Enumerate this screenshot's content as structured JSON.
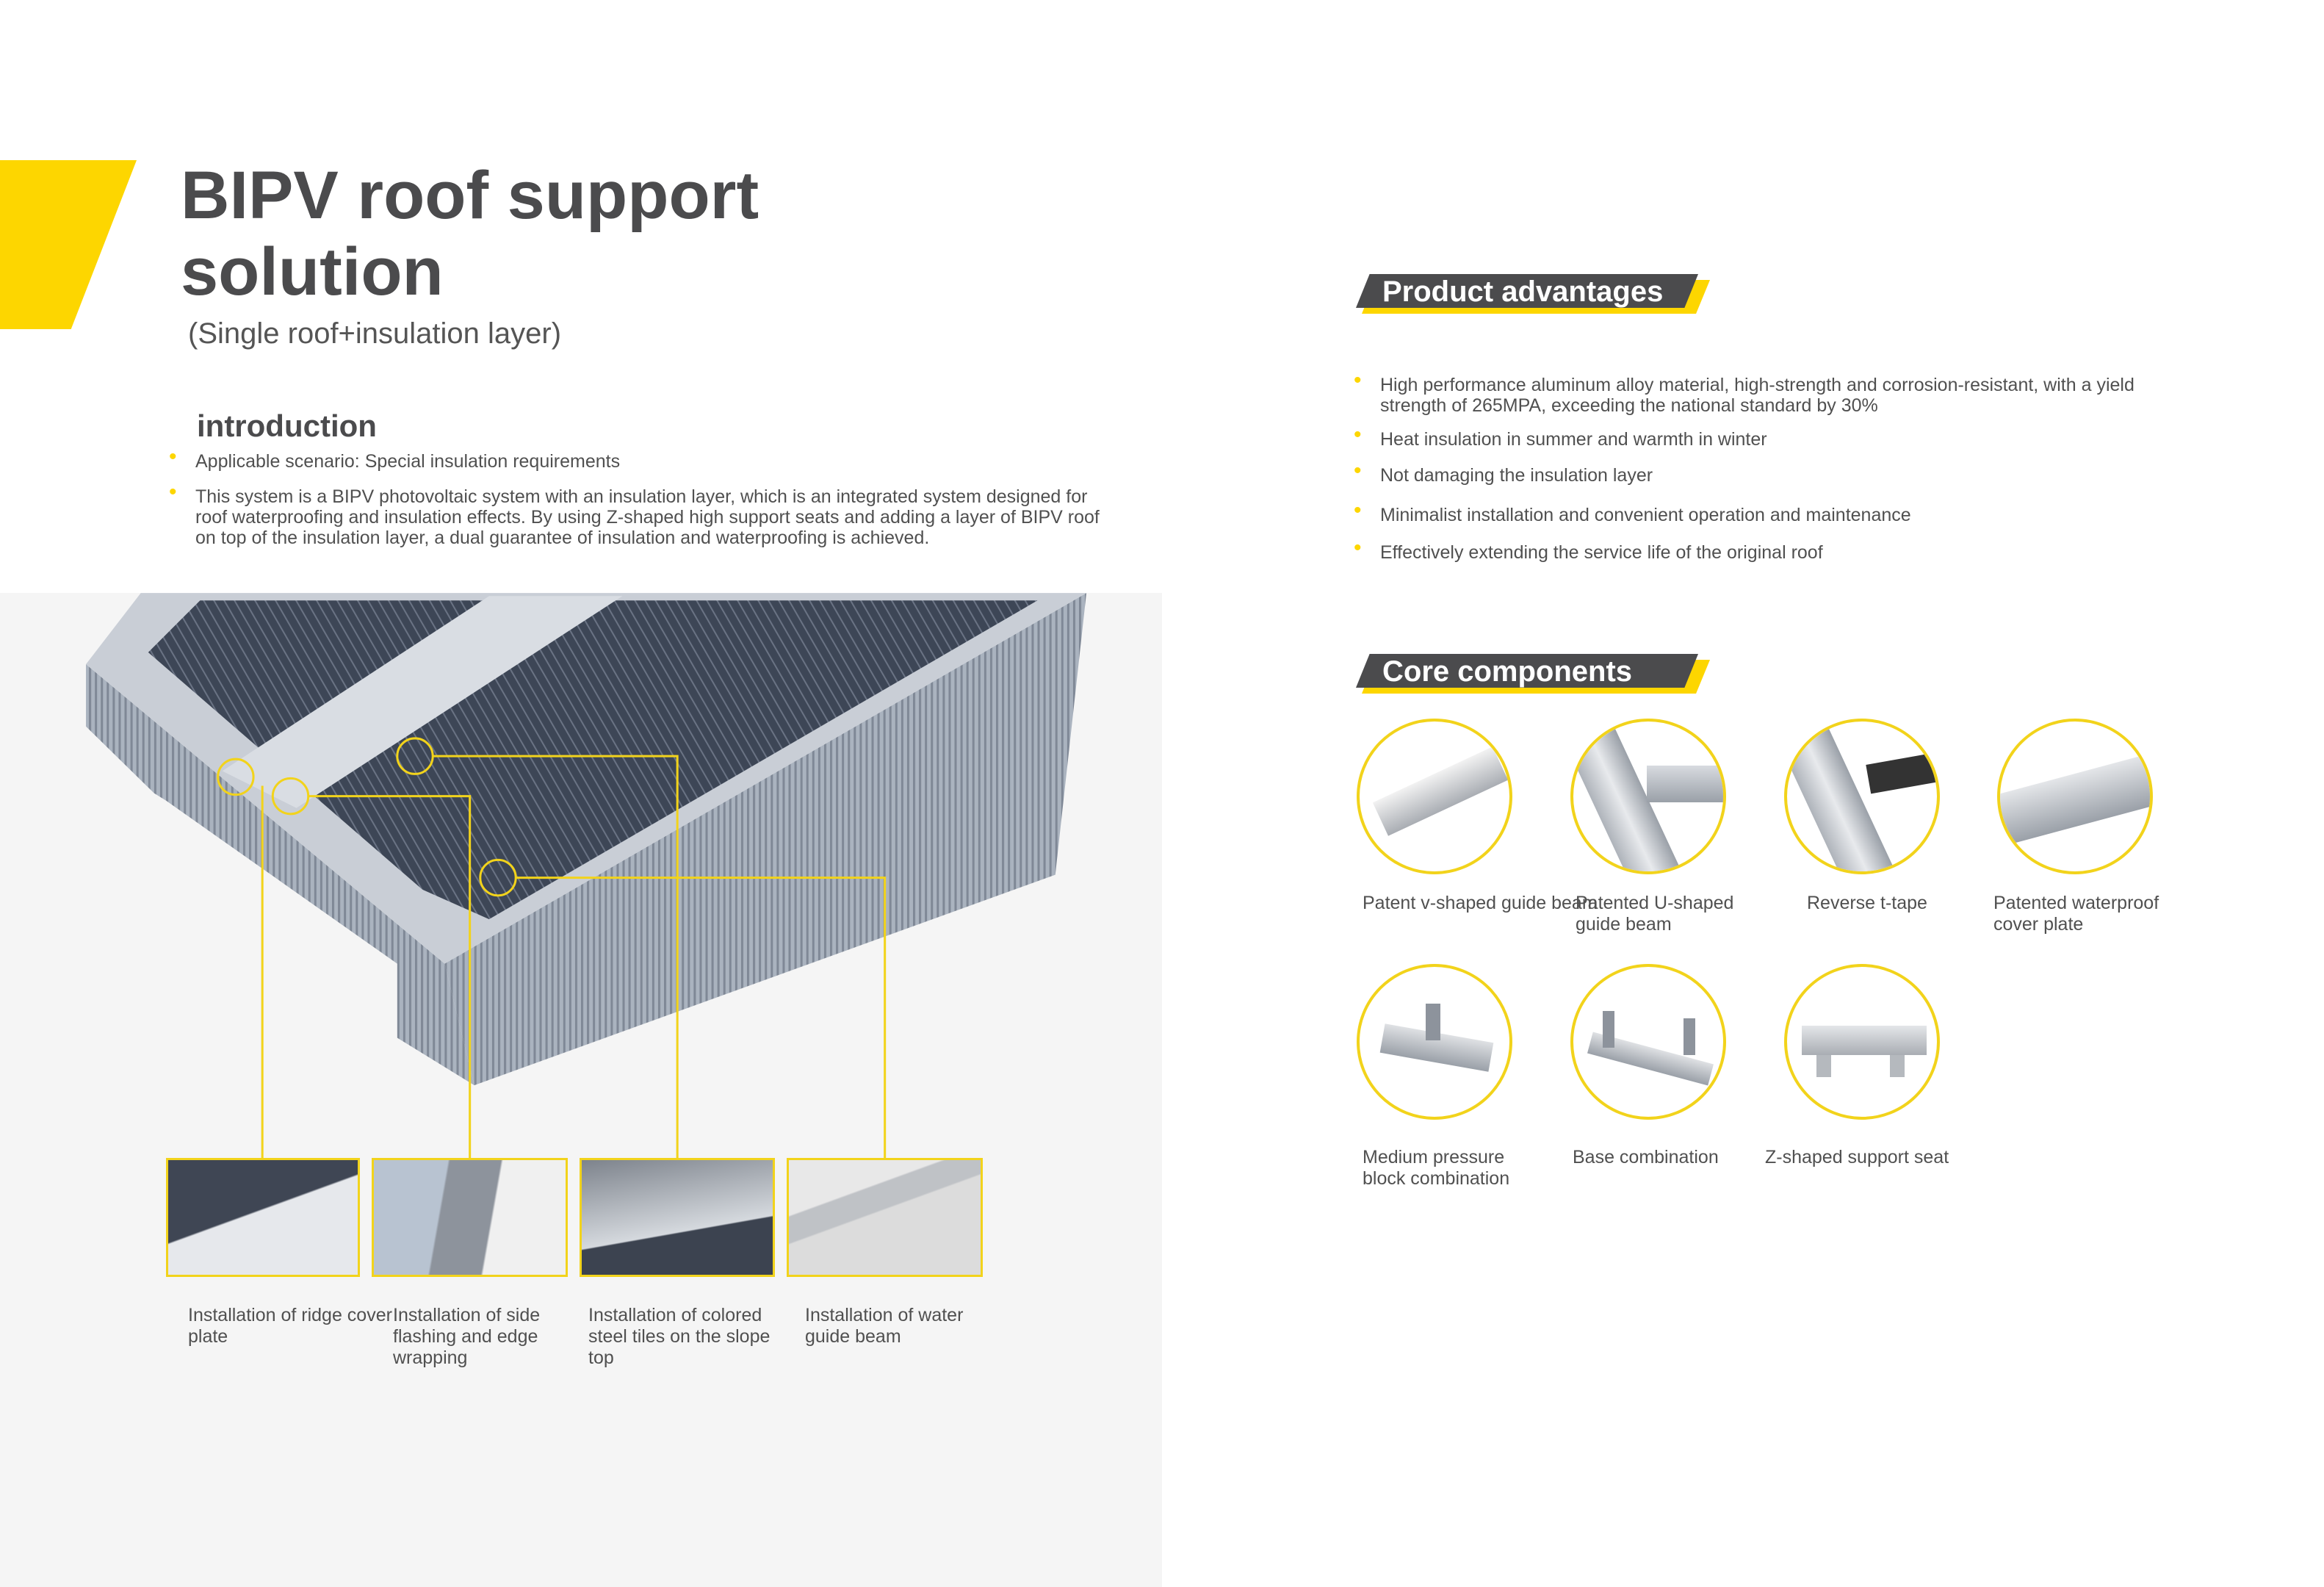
{
  "title_line1": "BIPV roof support",
  "title_line2": "solution",
  "subtitle": "(Single roof+insulation layer)",
  "introduction": {
    "heading": "introduction",
    "bullets": [
      "Applicable scenario: Special insulation requirements",
      "This system is a BIPV photovoltaic system with an insulation layer, which is an integrated system designed for roof waterproofing and insulation effects. By using Z-shaped high support seats and adding a layer of BIPV roof on top of the insulation layer, a dual guarantee of insulation and waterproofing is achieved."
    ]
  },
  "details": [
    "Installation of ridge cover plate",
    "Installation of side flashing and edge wrapping",
    "Installation of colored steel tiles on the slope top",
    "Installation of water guide beam"
  ],
  "advantages": {
    "heading": "Product advantages",
    "bullets": [
      "High performance aluminum alloy material, high-strength and corrosion-resistant, with a yield strength of 265MPA, exceeding the national standard by 30%",
      "Heat insulation in summer and warmth in winter",
      "Not damaging the insulation layer",
      "Minimalist installation and convenient operation and maintenance",
      "Effectively extending the service life of the original roof"
    ]
  },
  "components": {
    "heading": "Core components",
    "items": [
      "Patent v-shaped guide beam",
      "Patented U-shaped guide beam",
      "Reverse t-tape",
      "Patented waterproof cover plate",
      "Medium pressure block combination",
      "Base combination",
      "Z-shaped support seat"
    ]
  },
  "colors": {
    "accent": "#FDD600",
    "heading": "#4b4b4d",
    "text": "#505050"
  }
}
